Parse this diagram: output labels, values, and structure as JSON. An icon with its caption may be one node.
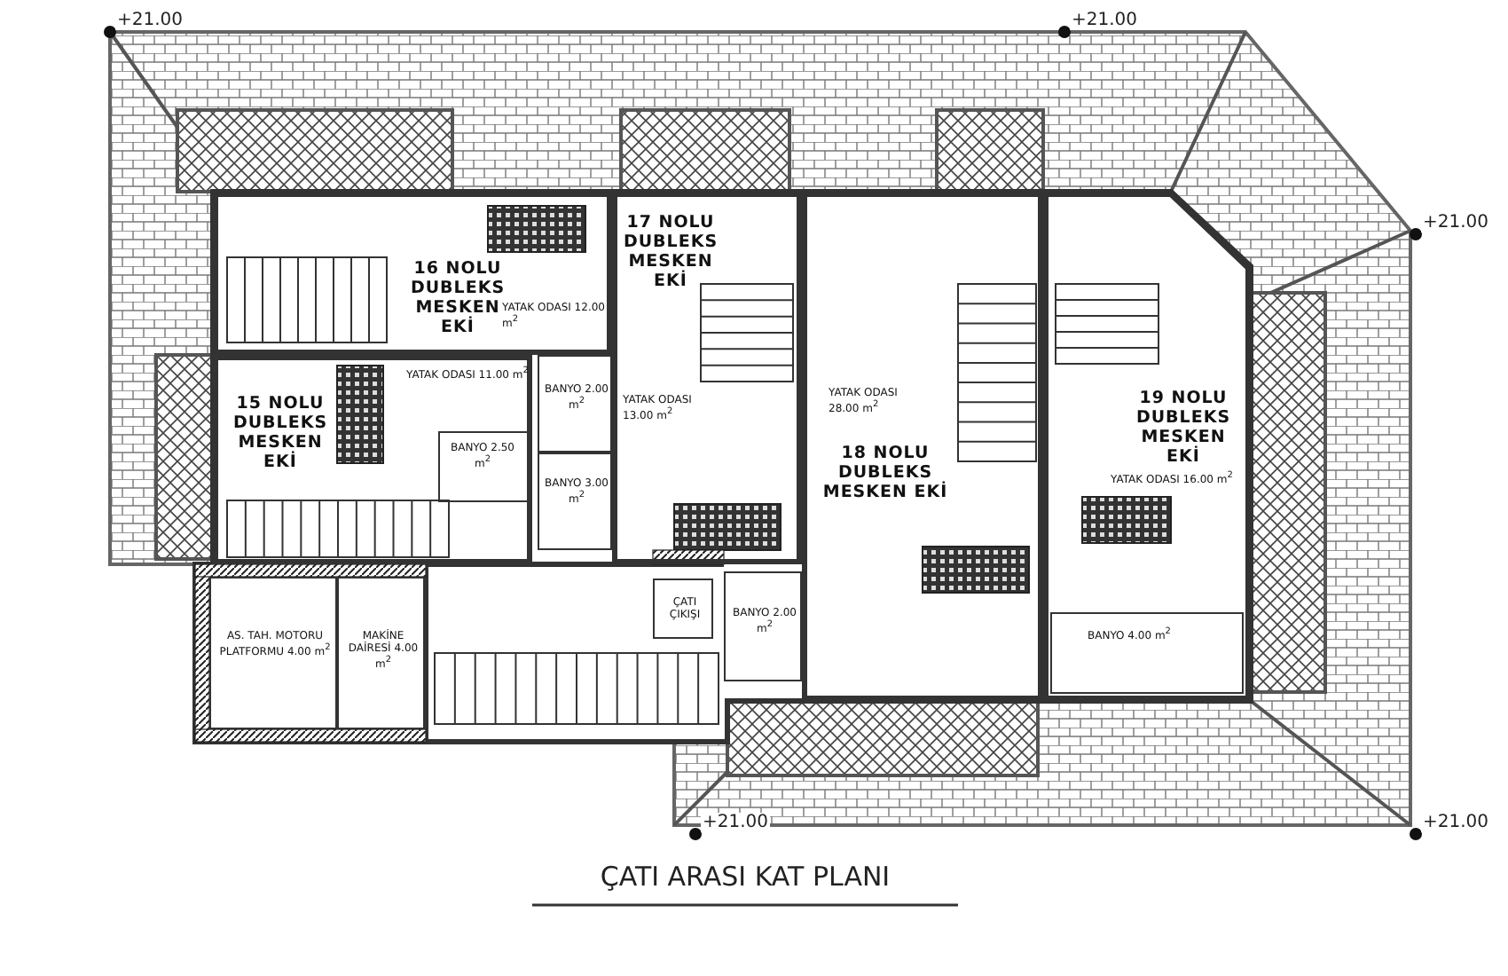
{
  "diagram": {
    "title": "ÇATI ARASI KAT PLANI",
    "nodes": [
      {
        "text": [
          "16 NOLU DUBLEKS MESKEN EKİ",
          "YATAK ODASI 12.00 m$^{2}$"
        ]
      },
      {
        "text": [
          "15 NOLU DUBLEKS MESKEN EKİ",
          "YATAK ODASI 11.00 m$^{2}$"
        ]
      },
      {
        "text": [
          "BANYO 2.50 m$^{2}$"
        ],
        "in": 1
      },
      {
        "text": [
          "BANYO 2.00 m$^{2}$"
        ]
      },
      {
        "text": [
          "BANYO 3.00 m$^{2}$"
        ]
      },
      {
        "text": [
          "17 NOLU DUBLEKS MESKEN EKİ",
          "YATAK ODASI 13.00 m$^{2}$"
        ]
      },
      {
        "text": [
          "YATAK ODASI 28.00 m$^{2}$",
          "18 NOLU DUBLEKS MESKEN EKİ"
        ]
      },
      {
        "text": [
          "BANYO 2.00 m$^{2}$"
        ]
      },
      {
        "text": [
          "19 NOLU DUBLEKS MESKEN EKİ",
          "YATAK ODASI 16.00 m$^{2}$"
        ]
      },
      {
        "text": [
          "BANYO 4.00 m$^{2}$"
        ],
        "in": 8
      },
      {
        "text": [
          "AS. TAH. MOTORU PLATFORMU 4.00 m$^{2}$"
        ]
      },
      {
        "text": [
          "MAKİNE DAİRESİ 4.00 m$^{2}$"
        ]
      },
      {
        "text": [
          "ÇATI ÇIKIŞI"
        ]
      }
    ],
    "labels": [
      "+21.00",
      "+21.00",
      "+21.00",
      "+21.00",
      "+21.00"
    ]
  }
}
